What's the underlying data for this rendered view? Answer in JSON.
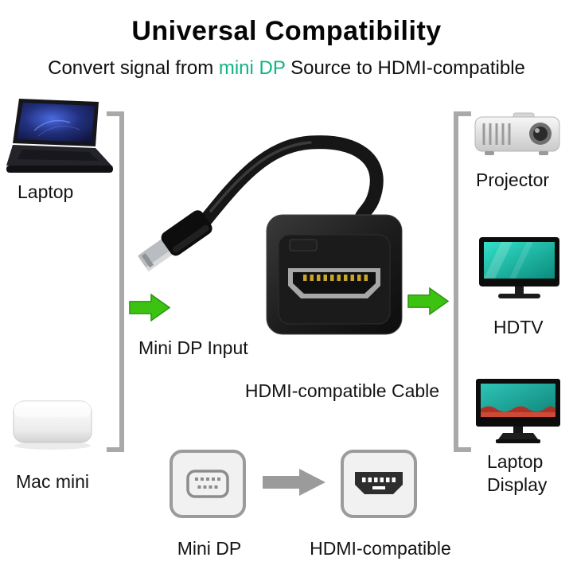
{
  "header": {
    "title": "Universal Compatibility",
    "subtitle_prefix": "Convert signal from ",
    "subtitle_highlight": "mini DP",
    "subtitle_suffix": " Source to HDMI-compatible"
  },
  "left_devices": {
    "laptop_label": "Laptop",
    "mac_mini_label": "Mac mini"
  },
  "right_devices": {
    "projector_label": "Projector",
    "hdtv_label": "HDTV",
    "laptop_display_line1": "Laptop",
    "laptop_display_line2": "Display"
  },
  "center": {
    "input_label": "Mini DP Input",
    "cable_label": "HDMI-compatible Cable"
  },
  "ports": {
    "mini_dp_label": "Mini DP",
    "hdmi_label": "HDMI-compatible"
  },
  "colors": {
    "accent": "#10b487",
    "arrowGreen": "#3cc312",
    "arrowGreenDark": "#2d9110",
    "uiGray": "#9b9b9b",
    "bracketGray": "#a9a9a9"
  }
}
